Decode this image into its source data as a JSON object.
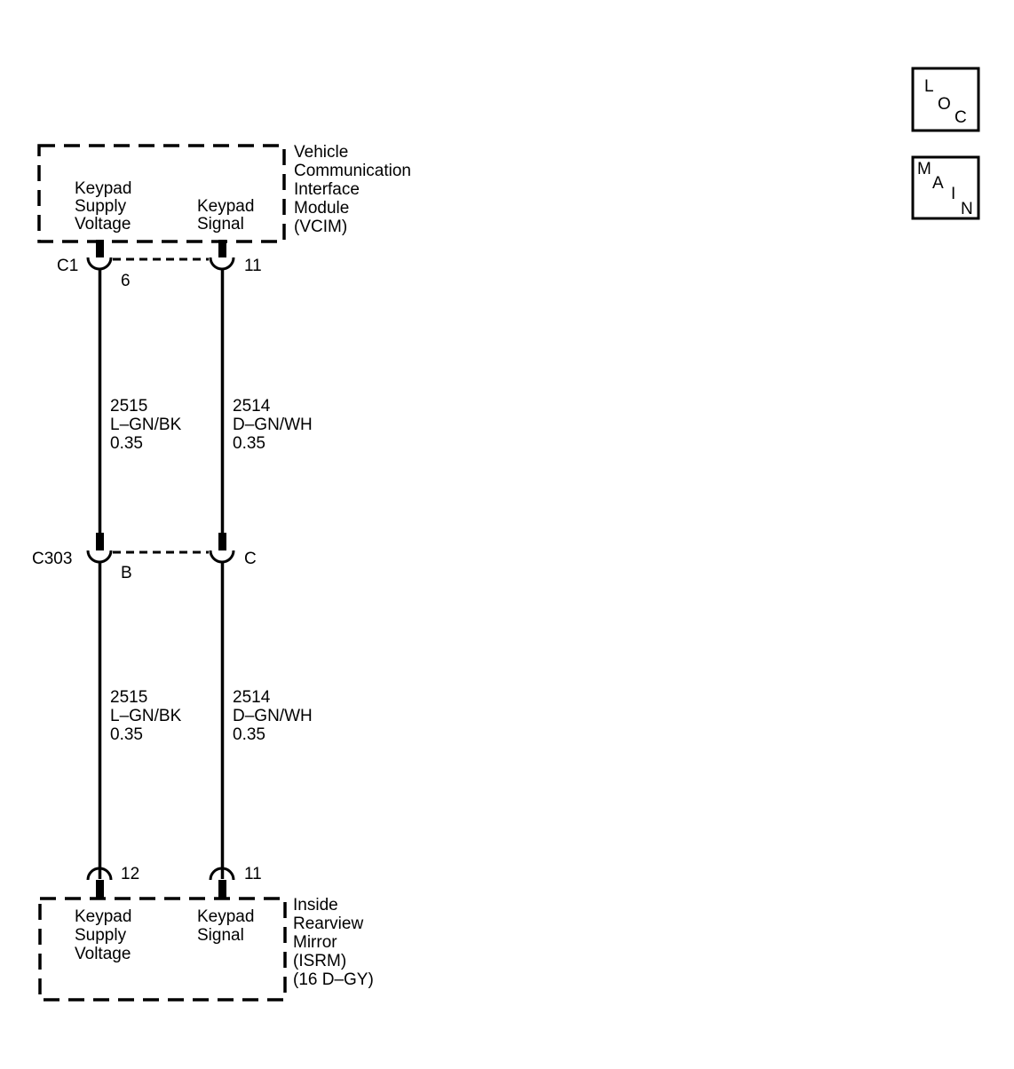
{
  "nav": {
    "loc": [
      "L",
      "O",
      "C"
    ],
    "main": [
      "M",
      "A",
      "I",
      "N"
    ]
  },
  "vcim": {
    "name_lines": [
      "Vehicle",
      "Communication",
      "Interface",
      "Module",
      "(VCIM)"
    ],
    "pin_left_lines": [
      "Keypad",
      "Supply",
      "Voltage"
    ],
    "pin_right_lines": [
      "Keypad",
      "Signal"
    ],
    "connector": "C1",
    "pin_left_num": "6",
    "pin_right_num": "11"
  },
  "wires_upper": {
    "left": [
      "2515",
      "L–GN/BK",
      "0.35"
    ],
    "right": [
      "2514",
      "D–GN/WH",
      "0.35"
    ]
  },
  "inline_connector": {
    "name": "C303",
    "pin_left": "B",
    "pin_right": "C"
  },
  "wires_lower": {
    "left": [
      "2515",
      "L–GN/BK",
      "0.35"
    ],
    "right": [
      "2514",
      "D–GN/WH",
      "0.35"
    ]
  },
  "isrm": {
    "name_lines": [
      "Inside",
      "Rearview",
      "Mirror",
      "(ISRM)",
      "(16 D–GY)"
    ],
    "pin_left_lines": [
      "Keypad",
      "Supply",
      "Voltage"
    ],
    "pin_right_lines": [
      "Keypad",
      "Signal"
    ],
    "pin_left_num": "12",
    "pin_right_num": "11"
  }
}
